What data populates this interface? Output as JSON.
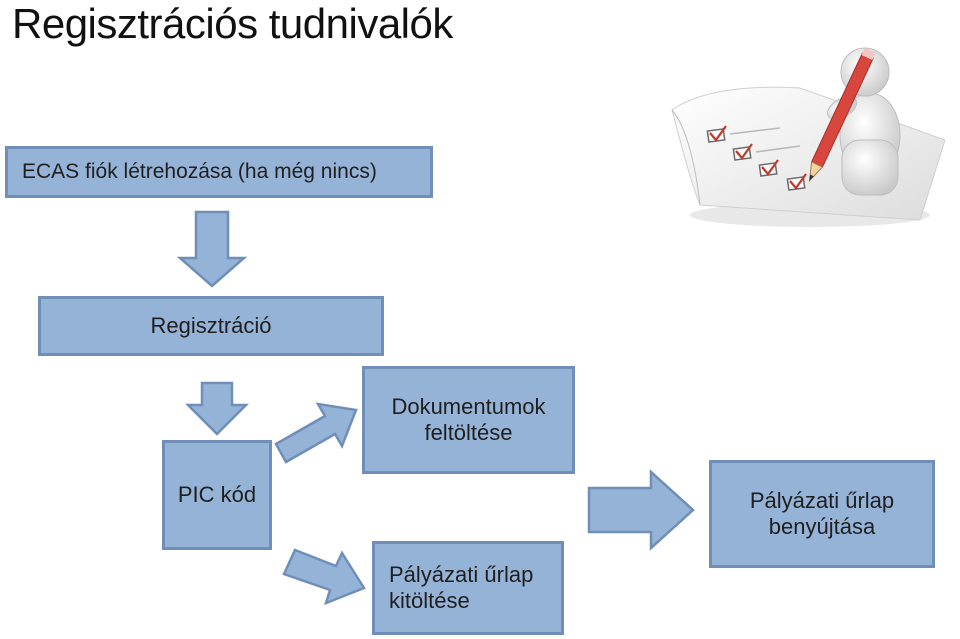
{
  "slide": {
    "title": "Regisztrációs tudnivalók"
  },
  "flow": {
    "ecas": "ECAS fiók létrehozása (ha még nincs)",
    "registration": "Regisztráció",
    "pic": "PIC kód",
    "documents_line1": "Dokumentumok",
    "documents_line2": "feltöltése",
    "form_fill_line1": "Pályázati űrlap",
    "form_fill_line2": "kitöltése",
    "form_submit_line1": "Pályázati űrlap",
    "form_submit_line2": "benyújtása"
  },
  "colors": {
    "box_fill": "#95b3d7",
    "box_border": "#6f8fb8",
    "arrow_fill": "#95b3d7"
  },
  "illustration": {
    "icon": "checklist-figure-with-pencil-icon"
  }
}
